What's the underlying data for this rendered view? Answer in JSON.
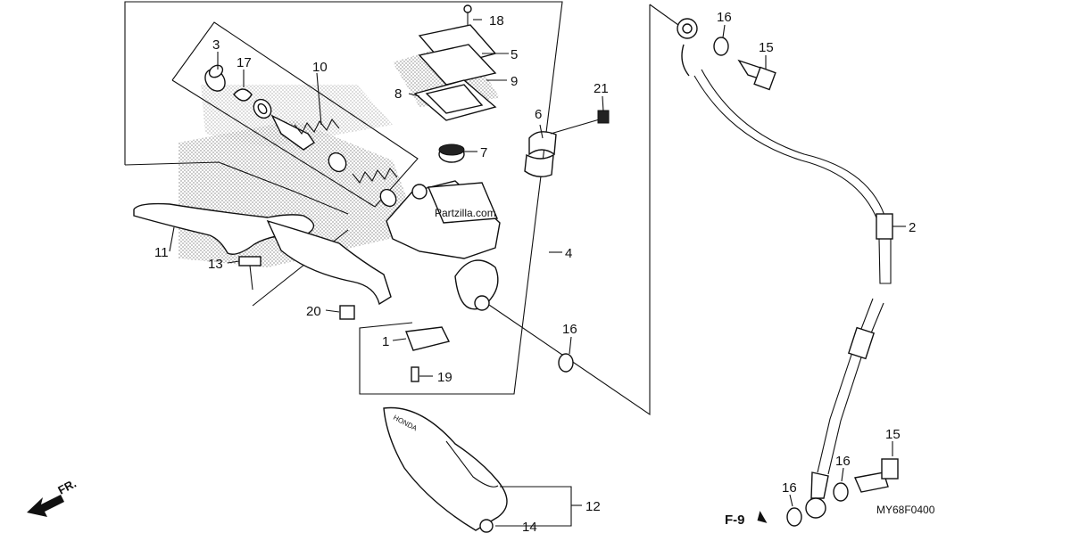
{
  "colors": {
    "ink": "#111111",
    "shade": "#9a9a9a",
    "paper": "#ffffff"
  },
  "labels": {
    "p1": "1",
    "p2": "2",
    "p3": "3",
    "p4": "4",
    "p5": "5",
    "p6": "6",
    "p7": "7",
    "p8": "8",
    "p9": "9",
    "p10": "10",
    "p11": "11",
    "p12": "12",
    "p13": "13",
    "p14": "14",
    "p15a": "15",
    "p15b": "15",
    "p16a": "16",
    "p16b": "16",
    "p16c": "16",
    "p16d": "16",
    "p17": "17",
    "p18": "18",
    "p19": "19",
    "p20": "20",
    "p21": "21"
  },
  "direction_label": "FR.",
  "reference_label": "F-9",
  "diagram_code": "MY68F0400",
  "watermark": "Partzilla.com",
  "brand_mark": "HONDA"
}
